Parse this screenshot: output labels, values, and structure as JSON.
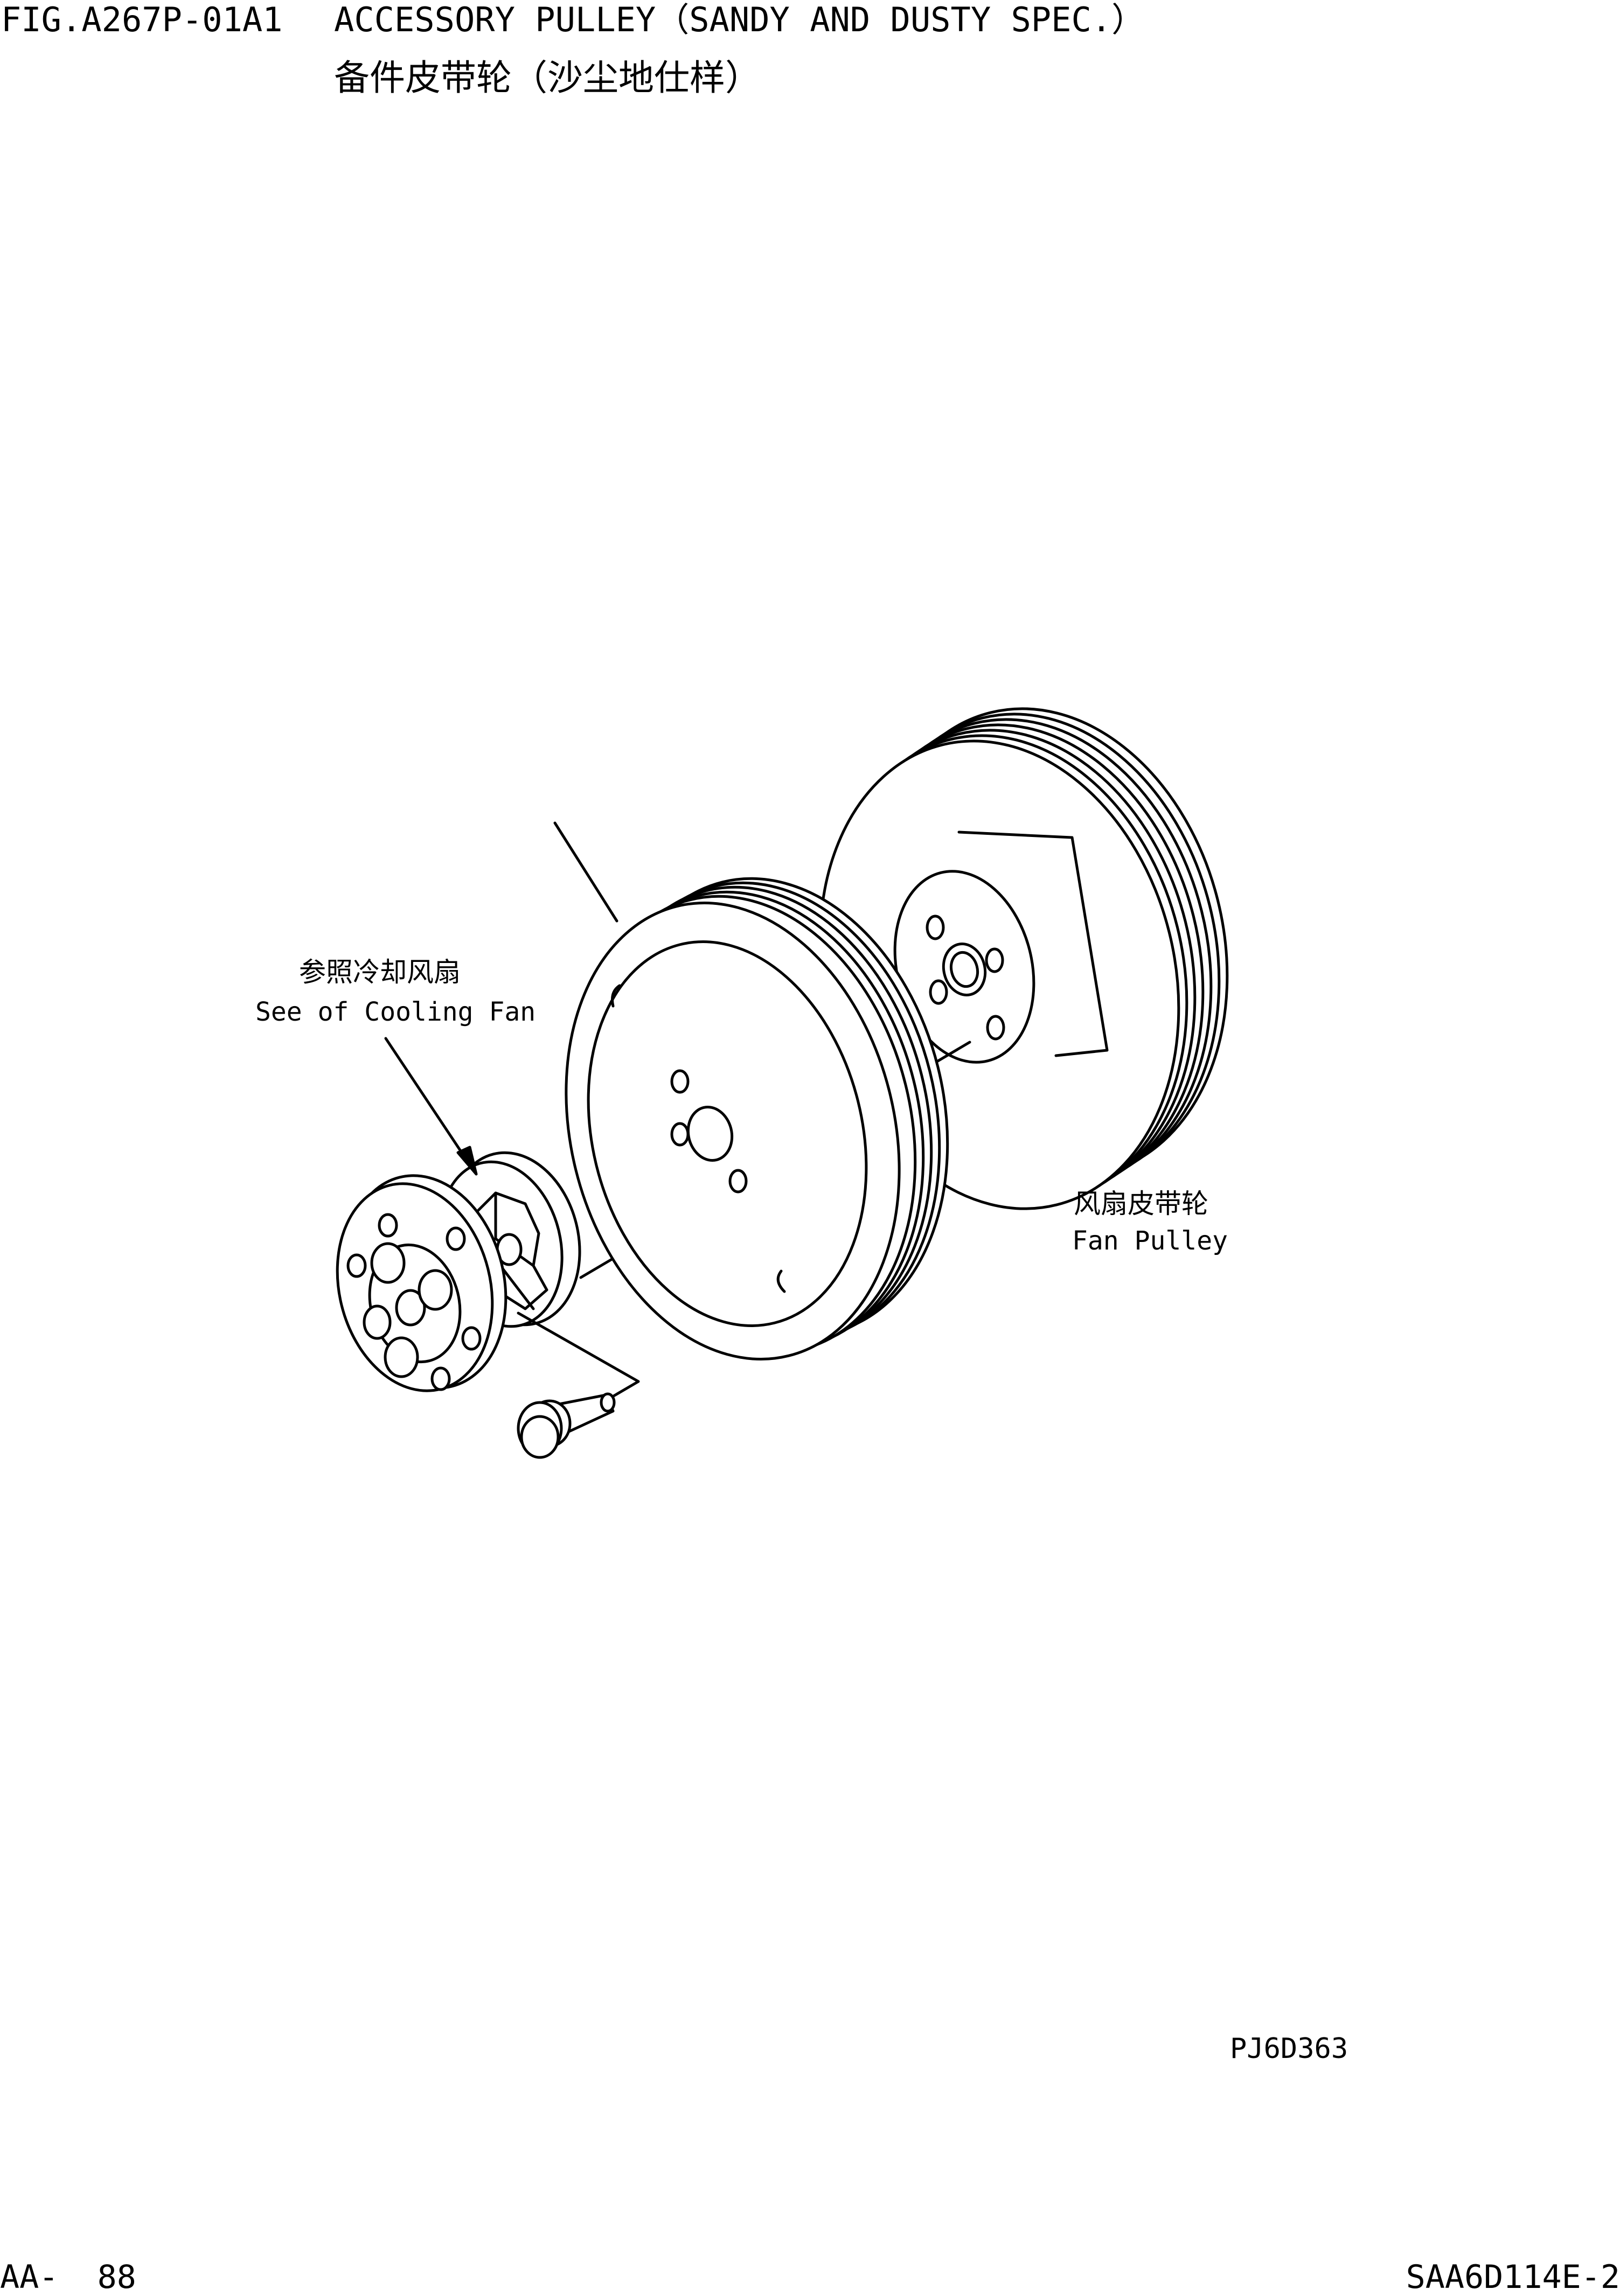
{
  "header": {
    "figure_code": "FIG.A267P-01A1",
    "title": "ACCESSORY PULLEY（SANDY AND DUSTY SPEC.）",
    "title_cn": "备件皮带轮（沙尘地仕样）"
  },
  "callouts": {
    "cooling_fan": {
      "text_cn": "参照冷却风扇",
      "text_en": "See of Cooling Fan"
    },
    "fan_pulley": {
      "text_cn": "风扇皮带轮",
      "text_en": "Fan Pulley"
    }
  },
  "drawing_id": "PJ6D363",
  "footer": {
    "page_number": "AA-  88",
    "model_code": "SAA6D114E-2"
  }
}
